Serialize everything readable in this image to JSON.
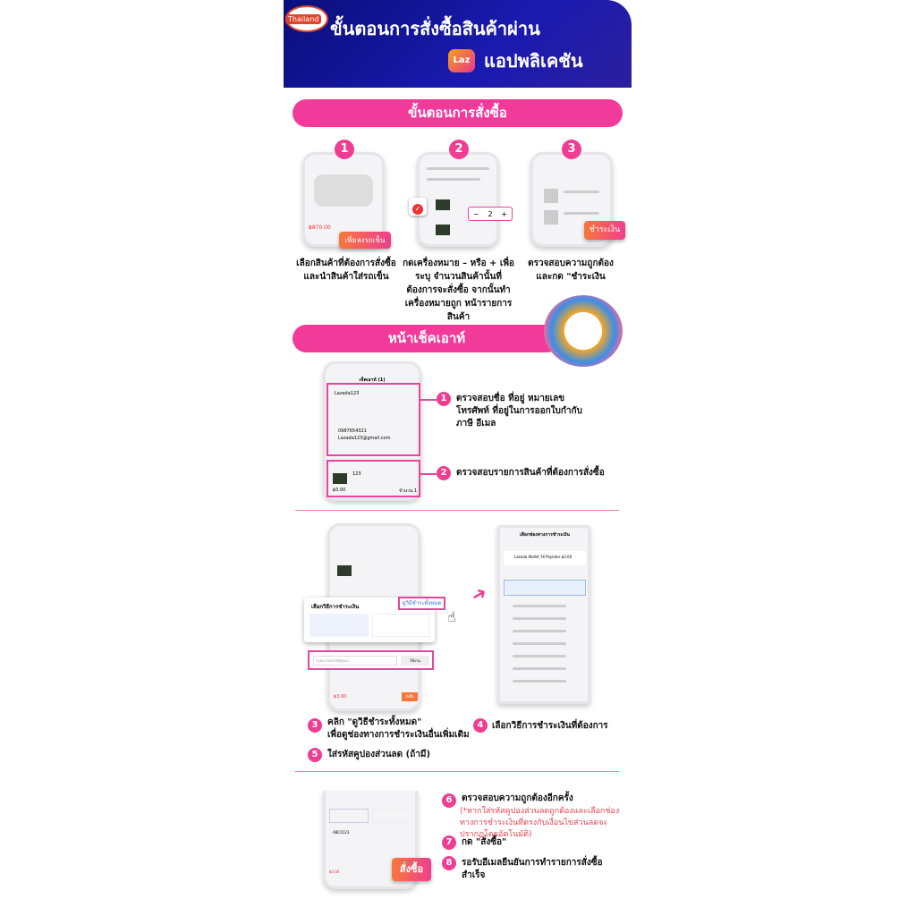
{
  "header": {
    "badge": "Thailand",
    "title_line1": "ขั้นตอนการสั่งซื้อสินค้าผ่าน",
    "logo": "Laz",
    "title_line2": "แอปพลิเคชัน"
  },
  "section1": {
    "title": "ขั้นตอนการสั่งซื้อ",
    "steps": [
      {
        "num": "1",
        "button": "เพิ่มลงรถเข็น",
        "price": "฿870.00",
        "caption": "เลือกสินค้าที่ต้องการสั่งซื้อ และนำสินค้าใส่รถเข็น"
      },
      {
        "num": "2",
        "stepper_minus": "−",
        "stepper_value": "2",
        "stepper_plus": "+",
        "caption": "กดเครื่องหมาย – หรือ + เพื่อระบุ จำนวนสินค้านั้นที่ต้องการจะสั่งซื้อ จากนั้นทำเครื่องหมายถูก หน้ารายการสินค้า"
      },
      {
        "num": "3",
        "button": "ชำระเงิน",
        "caption": "ตรวจสอบความถูกต้อง และกด \"ชำระเงิน"
      }
    ]
  },
  "section2": {
    "title": "หน้าเช็คเอาท์",
    "phone_title": "เช็คเอาท์ (1)",
    "address_name": "Lazada123",
    "phone": "0987654321",
    "email": "Lazada123@gmail.com",
    "item": "123",
    "item_price": "฿3.00",
    "qty": "จำนวน 1",
    "notes": [
      {
        "num": "1",
        "text": "ตรวจสอบชื่อ ที่อยู่ หมายเลขโทรศัพท์ ที่อยู่ในการออกใบกำกับภาษี อีเมล"
      },
      {
        "num": "2",
        "text": "ตรวจสอบรายการสินค้าที่ต้องการสั่งซื้อ"
      }
    ]
  },
  "section3": {
    "popup_title": "เลือกวิธีการชำระเงิน",
    "view_all": "ดูวิธีชำระทั้งหมด",
    "coupon_placeholder": "กรุณากรอกรหัสคูปอง",
    "coupon_apply": "ใช้งาน",
    "order_btn": "สั่งซื้อ",
    "total": "฿3.00",
    "right_title": "เลือกช่องทางการชำระเงิน",
    "wallet": "Lazada Wallet ใช้ Paylater",
    "wallet_amount": "฿3.00",
    "notes": [
      {
        "num": "3",
        "text": "คลิก \"ดูวิธีชำระทั้งหมด\"",
        "text2": "เพื่อดูช่องทางการชำระเงินอื่นเพิ่มเติม"
      },
      {
        "num": "4",
        "text": "เลือกวิธีการชำระเงินที่ต้องการ"
      },
      {
        "num": "5",
        "text": "ใส่รหัสคูปองส่วนลด (ถ้ามี)"
      }
    ]
  },
  "section4": {
    "coupon_code": "ABC0123",
    "total": "฿3.00",
    "order_btn": "สั่งซื้อ",
    "notes": [
      {
        "num": "6",
        "text": "ตรวจสอบความถูกต้องอีกครั้ง",
        "sub": "(*หากใส่รหัสคูปองส่วนลดถูกต้องและเลือกช่องทางการชำระเงินที่ตรงกับเงื่อนไขส่วนลดจะปรากฏโดยอัตโนมัติ)"
      },
      {
        "num": "7",
        "text": "กด \"สั่งซื้อ\""
      },
      {
        "num": "8",
        "text": "รอรับอีเมลยืนยันการทำรายการสั่งซื้อสำเร็จ"
      }
    ]
  },
  "colors": {
    "pink": "#f23a9b",
    "navy": "#0a0f7a",
    "orange": "#f7773a"
  }
}
